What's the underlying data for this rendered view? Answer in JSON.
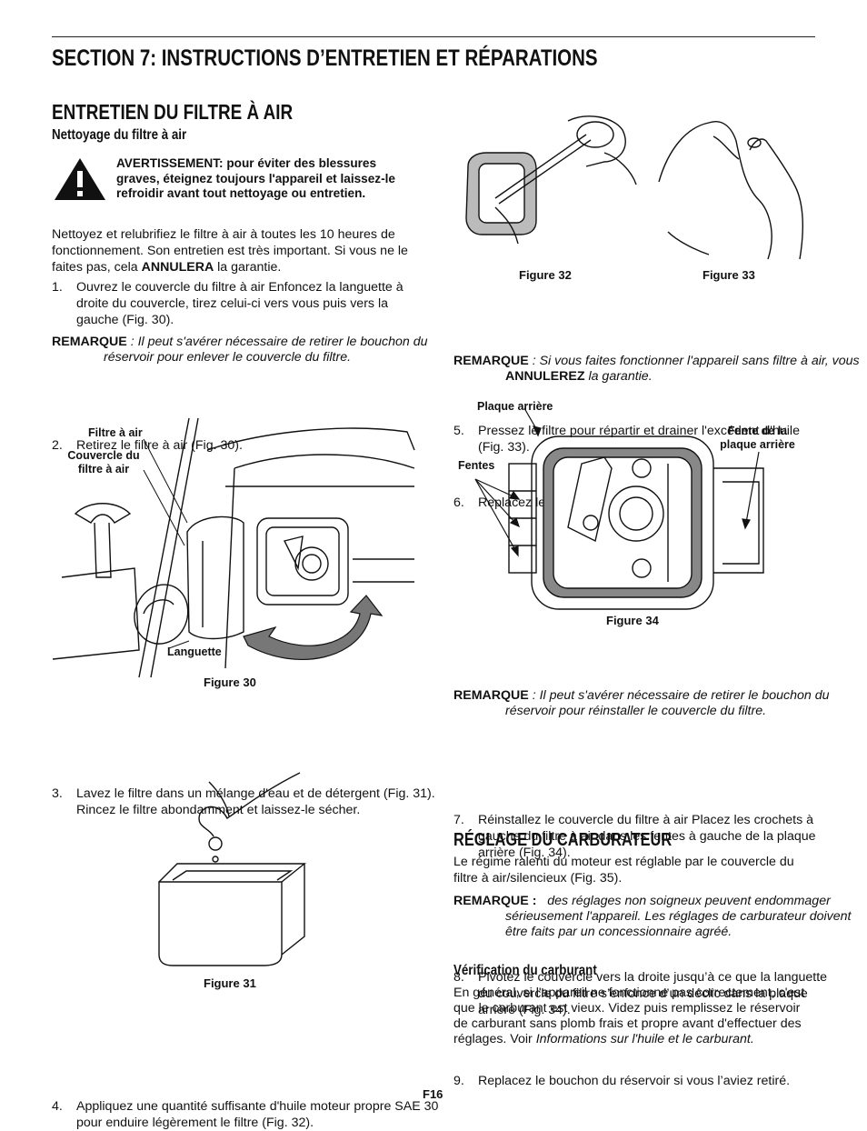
{
  "section_title": "SECTION 7:  INSTRUCTIONS D’ENTRETIEN ET RÉPARATIONS",
  "left": {
    "heading": "ENTRETIEN DU FILTRE À AIR",
    "subheading": "Nettoyage du filtre à air",
    "warning": "AVERTISSEMENT: pour éviter des blessures graves, éteignez toujours l'appareil et laissez-le refroidir avant tout nettoyage ou entretien.",
    "intro_a": "Nettoyez et relubrifiez le filtre à air à toutes les 10 heures de fonctionnement. Son entretien est très important. Si vous ne le faites pas, cela ",
    "intro_bold": "ANNULERA",
    "intro_b": " la garantie.",
    "step1_num": "1.",
    "step1": "Ouvrez le couvercle du filtre à air Enfoncez la languette à droite du couvercle, tirez celui-ci vers vous puis vers la gauche (Fig. 30).",
    "note1_label": "REMARQUE",
    "note1_colon": " : ",
    "note1": "Il peut s'avérer nécessaire de retirer le bouchon du réservoir pour enlever le couvercle du filtre.",
    "step2_num": "2.",
    "step2": "Retirez le filtre à air (Fig. 30).",
    "fig30_label_filter": "Filtre à air",
    "fig30_label_cover": "Couvercle du filtre à air",
    "fig30_label_tab": "Languette",
    "fig30_caption": "Figure 30",
    "step3_num": "3.",
    "step3": "Lavez le filtre dans un mélange d'eau et de détergent (Fig. 31). Rincez le filtre abondamment et laissez-le sécher.",
    "fig31_caption": "Figure 31",
    "step4_num": "4.",
    "step4": "Appliquez une quantité suffisante d'huile moteur propre SAE 30 pour enduire légèrement le filtre (Fig. 32)."
  },
  "right": {
    "fig32_caption": "Figure 32",
    "fig33_caption": "Figure 33",
    "step5_num": "5.",
    "step5": "Pressez le filtre pour répartir et drainer l'excédent d'huile (Fig. 33).",
    "step6_num": "6.",
    "step6": "Replacez le filtre (Fig. 34).",
    "note2_label": "REMARQUE",
    "note2_colon": " : ",
    "note2_a": "Si vous faites fonctionner l'appareil sans filtre à air, vous ",
    "note2_bold": "ANNULEREZ",
    "note2_b": " la garantie.",
    "fig34_label_plate": "Plaque arrière",
    "fig34_label_slot": "Fente de la plaque arrière",
    "fig34_label_slots": "Fentes",
    "fig34_caption": "Figure 34",
    "step7_num": "7.",
    "step7": "Réinstallez le couvercle du filtre à air Placez les crochets à gauche du filtre à air dans les fentes à gauche de la plaque arrière (Fig. 34).",
    "note3_label": "REMARQUE",
    "note3_colon": " : ",
    "note3": "Il peut s'avérer nécessaire de retirer le bouchon du réservoir pour réinstaller le couvercle du filtre.",
    "step8_num": "8.",
    "step8": "Pivotez le couvercle vers la droite jusqu’à ce que la languette du couvercle du filtre s’enfonce d’un déclic dans la plaque arrière (Fig. 34).",
    "step9_num": "9.",
    "step9": "Replacez le bouchon du réservoir si vous l’aviez retiré.",
    "carb_heading": "RÉGLAGE DU CARBURATEUR",
    "carb_text": "Le régime ralenti du moteur est réglable par le couvercle du filtre à air/silencieux (Fig. 35).",
    "note4_label": "REMARQUE :",
    "note4": "des réglages non soigneux peuvent endommager sérieusement l'appareil. Les réglages de carburateur doivent être faits par un concessionnaire agréé.",
    "fuel_heading": "Vérification du carburant",
    "fuel_text_a": "En général, si l'appareil ne fonctionne pas correctement, c'est que le carburant est vieux. Videz puis remplissez le réservoir de carburant sans plomb frais et propre avant d'effectuer des réglages. Voir ",
    "fuel_text_italic": "Informations sur l'huile et le carburant."
  },
  "page_number": "F16"
}
